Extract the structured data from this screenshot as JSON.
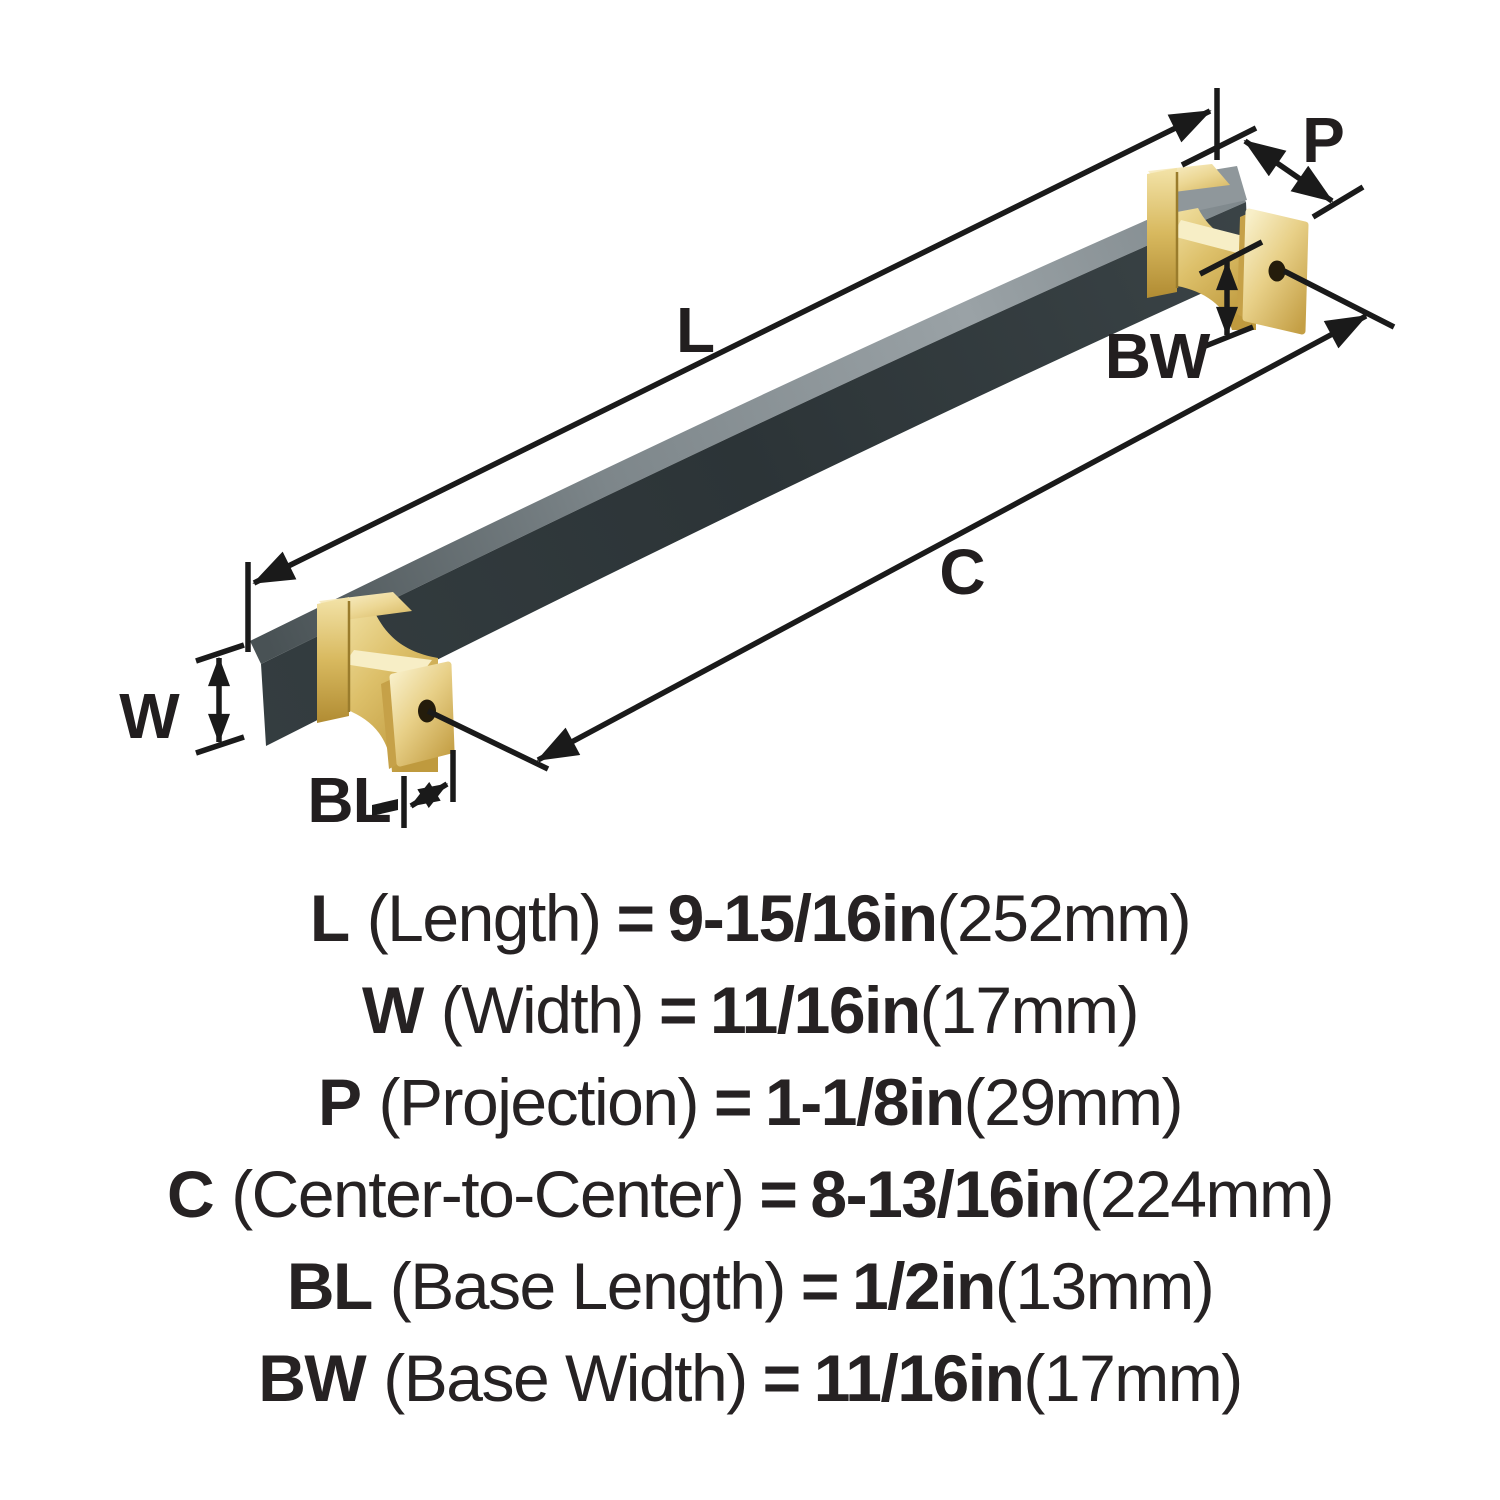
{
  "diagram": {
    "dim_labels": {
      "length": "L",
      "width": "W",
      "projection": "P",
      "center_to_center": "C",
      "base_length": "BL",
      "base_width": "BW"
    },
    "colors": {
      "background": "#ffffff",
      "bar_front": "#2f383b",
      "bar_top": "#8d969a",
      "brass": "#d9bc67",
      "brass_light": "#f7eec9",
      "brass_dark": "#a8852f",
      "screw_hole": "#241c0b",
      "dimension_line": "#1a1a1a",
      "text": "#262223"
    }
  },
  "specs": [
    {
      "code": "L",
      "name": "(Length)",
      "equals": "=",
      "value": "9-15/16in",
      "metric": "(252mm)"
    },
    {
      "code": "W",
      "name": "(Width)",
      "equals": "=",
      "value": "11/16in",
      "metric": "(17mm)"
    },
    {
      "code": "P",
      "name": "(Projection)",
      "equals": "=",
      "value": "1-1/8in",
      "metric": "(29mm)"
    },
    {
      "code": "C",
      "name": "(Center-to-Center)",
      "equals": "=",
      "value": "8-13/16in",
      "metric": "(224mm)"
    },
    {
      "code": "BL",
      "name": "(Base Length)",
      "equals": "=",
      "value": "1/2in",
      "metric": "(13mm)"
    },
    {
      "code": "BW",
      "name": "(Base Width)",
      "equals": "=",
      "value": "11/16in",
      "metric": "(17mm)"
    }
  ]
}
